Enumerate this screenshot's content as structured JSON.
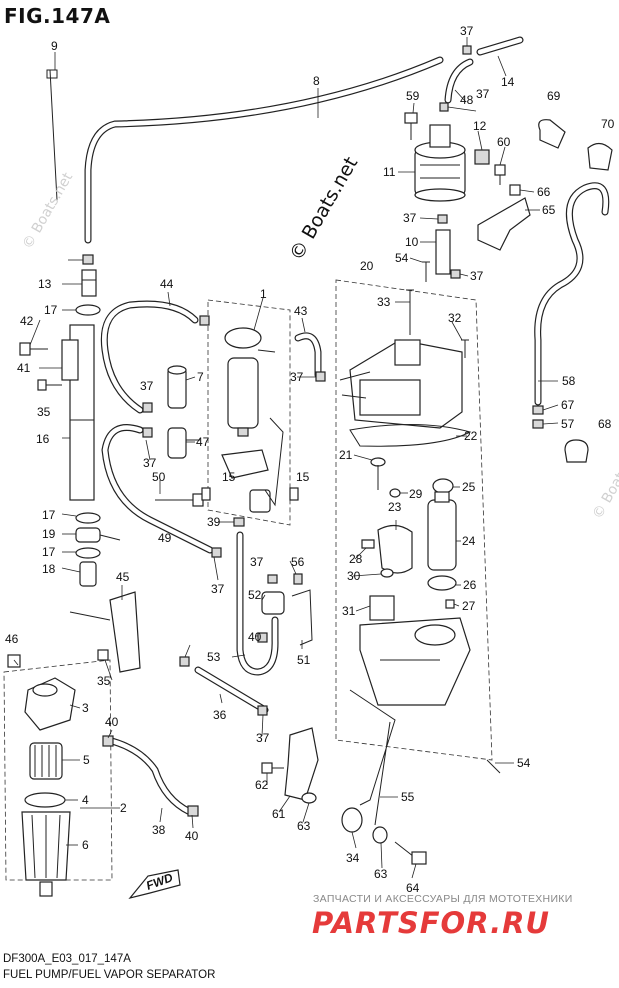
{
  "figure": {
    "title": "FIG.147A",
    "code": "DF300A_E03_017_147A",
    "name": "FUEL PUMP/FUEL VAPOR SEPARATOR"
  },
  "watermark": {
    "main": "© Boats.net",
    "faint": "© Boats.net"
  },
  "brand": {
    "subtitle": "ЗАПЧАСТИ И АКСЕССУАРЫ ДЛЯ МОТОТЕХНИКИ",
    "name": "PARTSFOR.RU",
    "color": "#e53a3a"
  },
  "callouts": [
    "9",
    "8",
    "37",
    "14",
    "48",
    "37",
    "59",
    "12",
    "60",
    "69",
    "70",
    "11",
    "66",
    "65",
    "37",
    "10",
    "54",
    "20",
    "37",
    "13",
    "44",
    "1",
    "43",
    "33",
    "17",
    "42",
    "32",
    "41",
    "7",
    "37",
    "58",
    "35",
    "37",
    "67",
    "57",
    "16",
    "47",
    "22",
    "37",
    "50",
    "15",
    "15",
    "21",
    "68",
    "25",
    "39",
    "29",
    "17",
    "23",
    "19",
    "49",
    "24",
    "17",
    "18",
    "37",
    "56",
    "28",
    "45",
    "52",
    "30",
    "26",
    "31",
    "27",
    "37",
    "40",
    "46",
    "51",
    "53",
    "35",
    "3",
    "40",
    "36",
    "5",
    "37",
    "54",
    "2",
    "62",
    "4",
    "38",
    "40",
    "55",
    "6",
    "61",
    "63",
    "34",
    "63",
    "64"
  ],
  "fwd_label": "FWD"
}
